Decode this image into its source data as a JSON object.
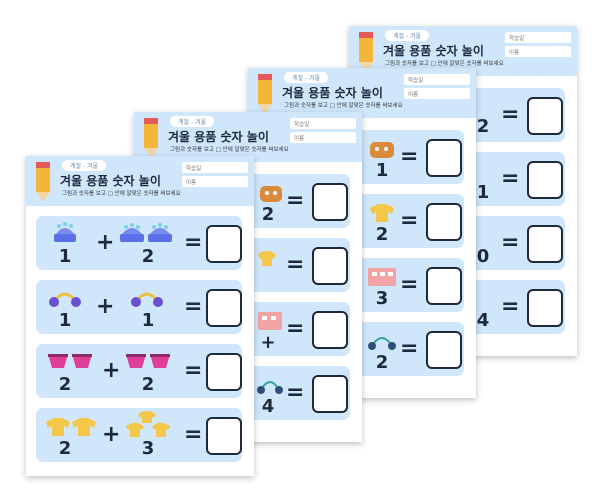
{
  "worksheet": {
    "category": "계절 - 겨울",
    "title": "겨울 용품 숫자 놀이",
    "instruction": "그림과 숫자를 보고 □ 안에 알맞은 숫자를 써보세요",
    "field_date": "학습일",
    "field_name": "이름"
  },
  "front_problems": [
    {
      "a": "1",
      "plus": "+",
      "b": "2",
      "eq": "=",
      "item": "winter-hat-icon",
      "color": "#5b6fe6"
    },
    {
      "a": "1",
      "plus": "+",
      "b": "1",
      "eq": "=",
      "item": "earmuffs-icon",
      "color": "#f0c040"
    },
    {
      "a": "2",
      "plus": "+",
      "b": "2",
      "eq": "=",
      "item": "scarf-icon",
      "color": "#e0409a"
    },
    {
      "a": "2",
      "plus": "+",
      "b": "3",
      "eq": "=",
      "item": "sweater-icon",
      "color": "#f4c64a"
    }
  ],
  "sheet2_problems": [
    {
      "b": "2",
      "eq": "="
    },
    {
      "b": "",
      "eq": "="
    },
    {
      "b": "+",
      "eq": "="
    },
    {
      "b": "4",
      "eq": "="
    }
  ],
  "sheet3_problems": [
    {
      "b": "1",
      "eq": "="
    },
    {
      "b": "2",
      "eq": "="
    },
    {
      "b": "3",
      "eq": "="
    },
    {
      "b": "2",
      "eq": "="
    }
  ],
  "sheet4_problems": [
    {
      "b": "2",
      "eq": "="
    },
    {
      "b": "1",
      "eq": "="
    },
    {
      "b": "0",
      "eq": "="
    },
    {
      "b": "4",
      "eq": "="
    }
  ]
}
